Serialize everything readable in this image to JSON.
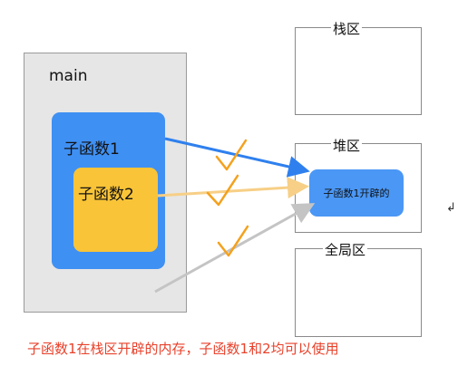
{
  "main": {
    "label": "main"
  },
  "function1": {
    "label": "子函数1"
  },
  "function2": {
    "label": "子函数2"
  },
  "regions": {
    "stack": "栈区",
    "heap": "堆区",
    "global": "全局区"
  },
  "heap_allocation": {
    "label": "子函数1开辟的"
  },
  "caption": "子函数1在栈区开辟的内存，子函数1和2均可以使用",
  "stray_mark": "↲",
  "colors": {
    "arrow_blue": "#2f80ee",
    "arrow_yellow": "#f7cf86",
    "arrow_gray": "#c4c4c4",
    "check_orange": "#f4a11d",
    "caption_red": "#e8412b"
  }
}
